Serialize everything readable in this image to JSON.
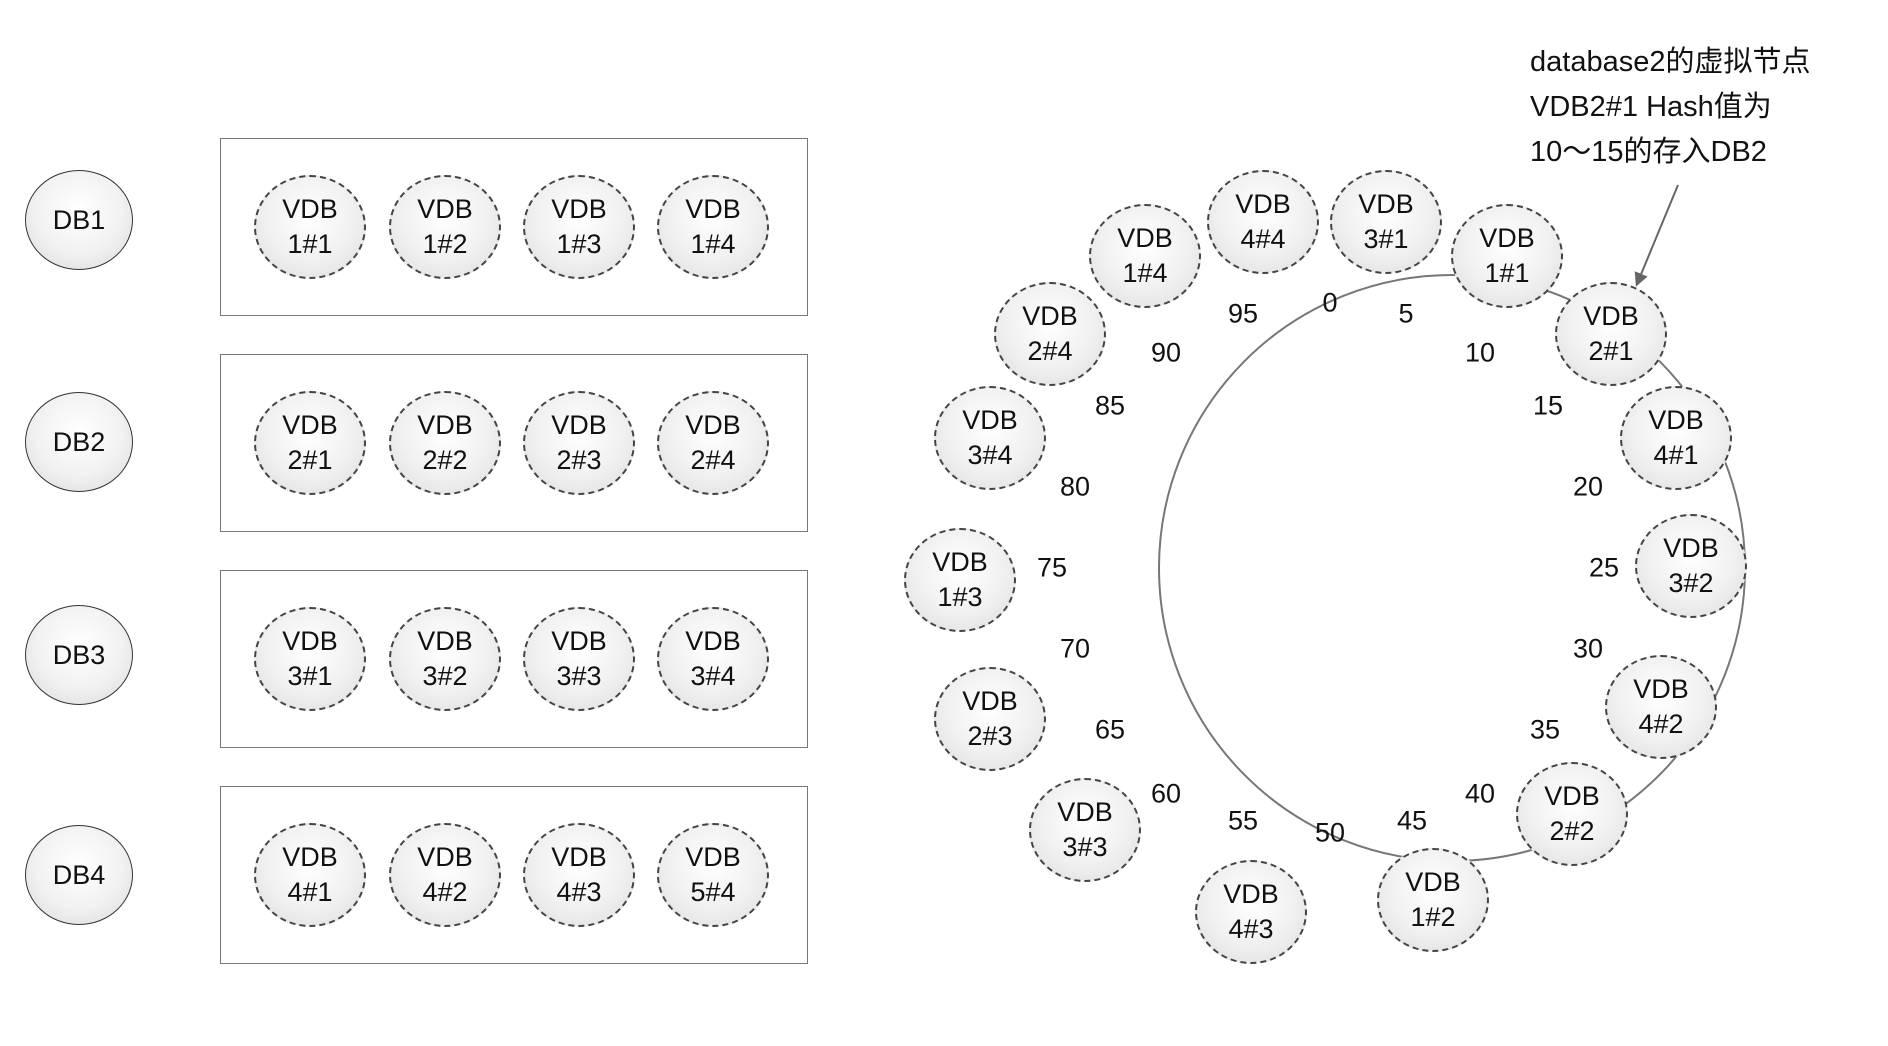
{
  "left_panel": {
    "rows": [
      {
        "db": "DB1",
        "vnodes": [
          {
            "l1": "VDB",
            "l2": "1#1"
          },
          {
            "l1": "VDB",
            "l2": "1#2"
          },
          {
            "l1": "VDB",
            "l2": "1#3"
          },
          {
            "l1": "VDB",
            "l2": "1#4"
          }
        ]
      },
      {
        "db": "DB2",
        "vnodes": [
          {
            "l1": "VDB",
            "l2": "2#1"
          },
          {
            "l1": "VDB",
            "l2": "2#2"
          },
          {
            "l1": "VDB",
            "l2": "2#3"
          },
          {
            "l1": "VDB",
            "l2": "2#4"
          }
        ]
      },
      {
        "db": "DB3",
        "vnodes": [
          {
            "l1": "VDB",
            "l2": "3#1"
          },
          {
            "l1": "VDB",
            "l2": "3#2"
          },
          {
            "l1": "VDB",
            "l2": "3#3"
          },
          {
            "l1": "VDB",
            "l2": "3#4"
          }
        ]
      },
      {
        "db": "DB4",
        "vnodes": [
          {
            "l1": "VDB",
            "l2": "4#1"
          },
          {
            "l1": "VDB",
            "l2": "4#2"
          },
          {
            "l1": "VDB",
            "l2": "4#3"
          },
          {
            "l1": "VDB",
            "l2": "5#4"
          }
        ]
      }
    ]
  },
  "ring": {
    "ticks": [
      "0",
      "5",
      "10",
      "15",
      "20",
      "25",
      "30",
      "35",
      "40",
      "45",
      "50",
      "55",
      "60",
      "65",
      "70",
      "75",
      "80",
      "85",
      "90",
      "95"
    ],
    "vnodes": [
      {
        "l1": "VDB",
        "l2": "3#1"
      },
      {
        "l1": "VDB",
        "l2": "1#1"
      },
      {
        "l1": "VDB",
        "l2": "2#1"
      },
      {
        "l1": "VDB",
        "l2": "4#1"
      },
      {
        "l1": "VDB",
        "l2": "3#2"
      },
      {
        "l1": "VDB",
        "l2": "4#2"
      },
      {
        "l1": "VDB",
        "l2": "2#2"
      },
      {
        "l1": "VDB",
        "l2": "1#2"
      },
      {
        "l1": "VDB",
        "l2": "4#3"
      },
      {
        "l1": "VDB",
        "l2": "3#3"
      },
      {
        "l1": "VDB",
        "l2": "2#3"
      },
      {
        "l1": "VDB",
        "l2": "1#3"
      },
      {
        "l1": "VDB",
        "l2": "3#4"
      },
      {
        "l1": "VDB",
        "l2": "2#4"
      },
      {
        "l1": "VDB",
        "l2": "1#4"
      },
      {
        "l1": "VDB",
        "l2": "4#4"
      }
    ]
  },
  "annotation": {
    "lines": [
      "database2的虚拟节点",
      "VDB2#1 Hash值为",
      "10～15的存入DB2"
    ]
  }
}
